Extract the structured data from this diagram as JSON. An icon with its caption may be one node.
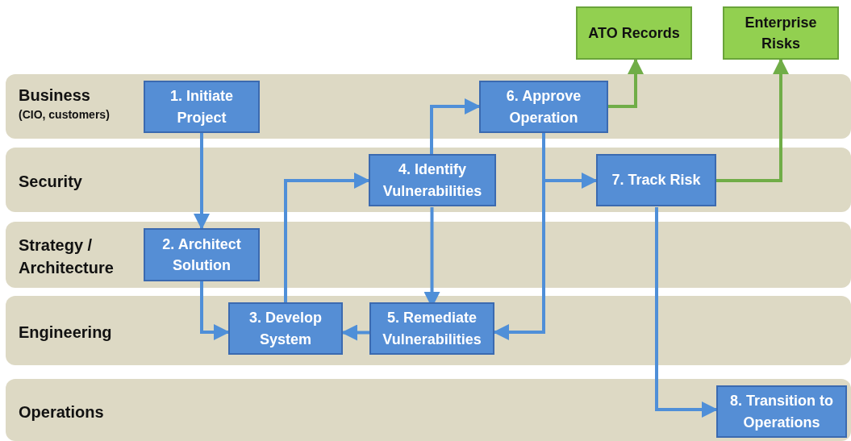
{
  "diagram": {
    "nodes": [
      {
        "text": [
          "ATO Records"
        ]
      },
      {
        "text": [
          "Enterprise Risks"
        ]
      },
      {
        "text": [
          "Business",
          "(CIO, customers)"
        ]
      },
      {
        "text": [
          "1. Initiate Project"
        ],
        "in": 2
      },
      {
        "text": [
          "6. Approve Operation"
        ],
        "in": 2
      },
      {
        "text": [
          "Security"
        ]
      },
      {
        "text": [
          "4. Identify Vulnerabilities"
        ],
        "in": 5
      },
      {
        "text": [
          "7. Track Risk"
        ],
        "in": 5
      },
      {
        "text": [
          "Strategy / Architecture"
        ]
      },
      {
        "text": [
          "2. Architect Solution"
        ],
        "in": 8
      },
      {
        "text": [
          "Engineering"
        ]
      },
      {
        "text": [
          "3. Develop System"
        ],
        "in": 10
      },
      {
        "text": [
          "5. Remediate Vulnerabilities"
        ],
        "in": 10
      },
      {
        "text": [
          "Operations"
        ]
      },
      {
        "text": [
          "8. Transition to Operations"
        ],
        "in": 13
      }
    ],
    "edges": [
      {
        "from": 3,
        "to": 9,
        "arrow": "to"
      },
      {
        "from": 9,
        "to": 11,
        "arrow": "to"
      },
      {
        "from": 11,
        "to": 6,
        "arrow": "to"
      },
      {
        "from": 6,
        "to": 4,
        "arrow": "to"
      },
      {
        "from": 6,
        "to": 12,
        "arrow": "to"
      },
      {
        "from": 12,
        "to": 11,
        "arrow": "to"
      },
      {
        "from": 4,
        "to": 0,
        "arrow": "to",
        "color": "#70ad47"
      },
      {
        "from": 4,
        "to": 12,
        "arrow": "to"
      },
      {
        "from": 4,
        "to": 7,
        "arrow": "to"
      },
      {
        "from": 7,
        "to": 1,
        "arrow": "to",
        "color": "#70ad47"
      },
      {
        "from": 7,
        "to": 14,
        "arrow": "to"
      }
    ]
  }
}
